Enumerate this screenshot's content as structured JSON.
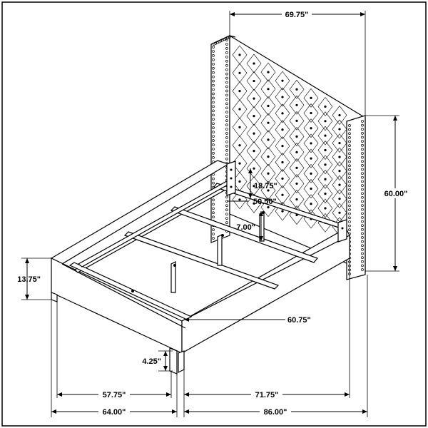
{
  "dimensions": {
    "headboard_width": "69.75\"",
    "headboard_height": "60.00\"",
    "slat_leg_height": "18.75\"",
    "inner_width": "50.50\"",
    "rail_drop": "7.00\"",
    "side_rail_height": "13.75\"",
    "inner_length": "60.75\"",
    "leg_height": "4.25\"",
    "inner_front_width": "57.75\"",
    "overall_width": "64.00\"",
    "inner_side_length": "71.75\"",
    "overall_length": "86.00\""
  }
}
